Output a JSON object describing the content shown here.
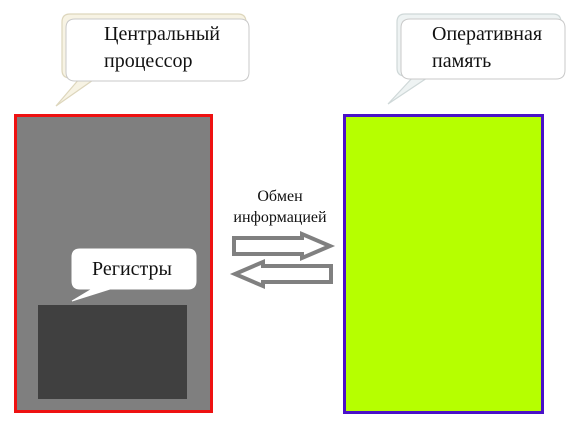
{
  "diagram": {
    "cpu": {
      "callout": "Центральный\nпроцессор",
      "fill": "#7f7f7f",
      "border": "#ee1111"
    },
    "registers": {
      "callout": "Регистры",
      "fill": "#404040"
    },
    "memory": {
      "callout": "Оперативная\nпамять",
      "fill": "#b6ff00",
      "border": "#4a12c8"
    },
    "exchange": {
      "label": "Обмен\nинформацией",
      "arrows": [
        "right-arrow-icon",
        "left-arrow-icon"
      ]
    }
  }
}
